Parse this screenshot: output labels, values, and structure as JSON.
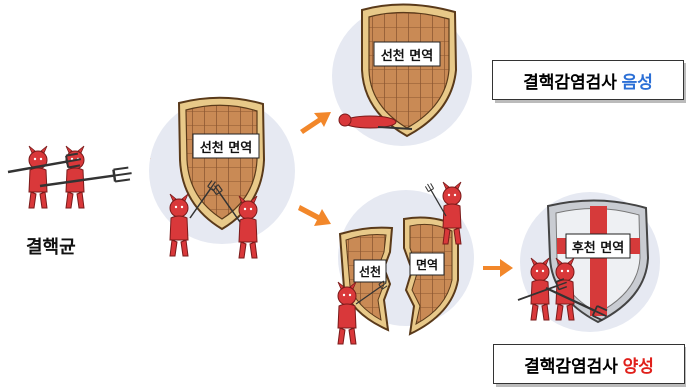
{
  "bacteria_label": "결핵균",
  "shield_labels": {
    "innate_center": "선천 면역",
    "innate_top": "선천 면역",
    "innate_broken_left": "선천",
    "innate_broken_right": "면역",
    "acquired": "후천 면역"
  },
  "results": {
    "negative": {
      "prefix": "결핵감염검사",
      "result": "음성"
    },
    "positive": {
      "prefix": "결핵감염검사",
      "result": "양성"
    }
  },
  "colors": {
    "bacteria": "#d9383a",
    "shield_wood": "#c98a55",
    "shield_rim": "#e8c989",
    "acquired_shield": "#c9ccd2",
    "acquired_cross": "#d63a3a",
    "arrow": "#f2872a",
    "circle_bg": "#e6e9f2",
    "negative_text": "#2b6fd6",
    "positive_text": "#e0201b"
  }
}
